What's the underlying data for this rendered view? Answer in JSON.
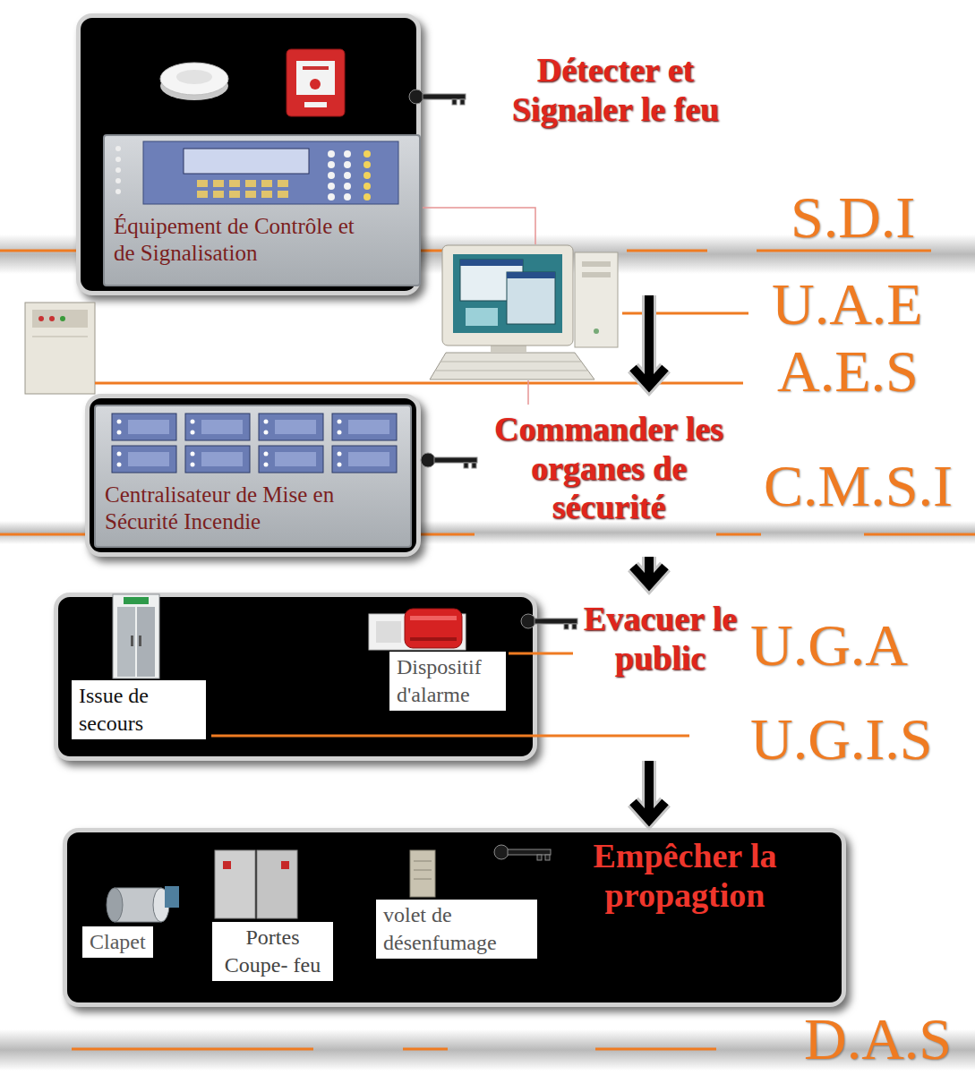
{
  "diagram": {
    "nodes": [
      {
        "text": [
          "Détecter et Signaler le feu"
        ]
      },
      {
        "text": [
          "Équipement de Contrôle et de Signalisation"
        ],
        "in": 0
      },
      {
        "text": [
          "Commander les organes de sécurité"
        ]
      },
      {
        "text": [
          "Centralisateur de Mise en Sécurité Incendie"
        ],
        "in": 2
      },
      {
        "text": [
          "Evacuer le public"
        ]
      },
      {
        "text": [
          "Issue de secours"
        ],
        "in": 4
      },
      {
        "text": [
          "Dispositif d'alarme"
        ],
        "in": 4
      },
      {
        "text": [
          "Empêcher la propagtion"
        ]
      },
      {
        "text": [
          "Clapet"
        ],
        "in": 7
      },
      {
        "text": [
          "Portes Coupe- feu"
        ],
        "in": 7
      },
      {
        "text": [
          "volet de désenfumage"
        ],
        "in": 7
      }
    ],
    "edges": [
      {
        "from": 0,
        "to": 2,
        "arrow": "to"
      },
      {
        "from": 2,
        "to": 4,
        "arrow": "to"
      },
      {
        "from": 4,
        "to": 7,
        "arrow": "to"
      }
    ],
    "labels": [
      "S.D.I",
      "U.A.E",
      "A.E.S",
      "C.M.S.I",
      "U.G.A",
      "U.G.I.S",
      "D.A.S"
    ]
  }
}
